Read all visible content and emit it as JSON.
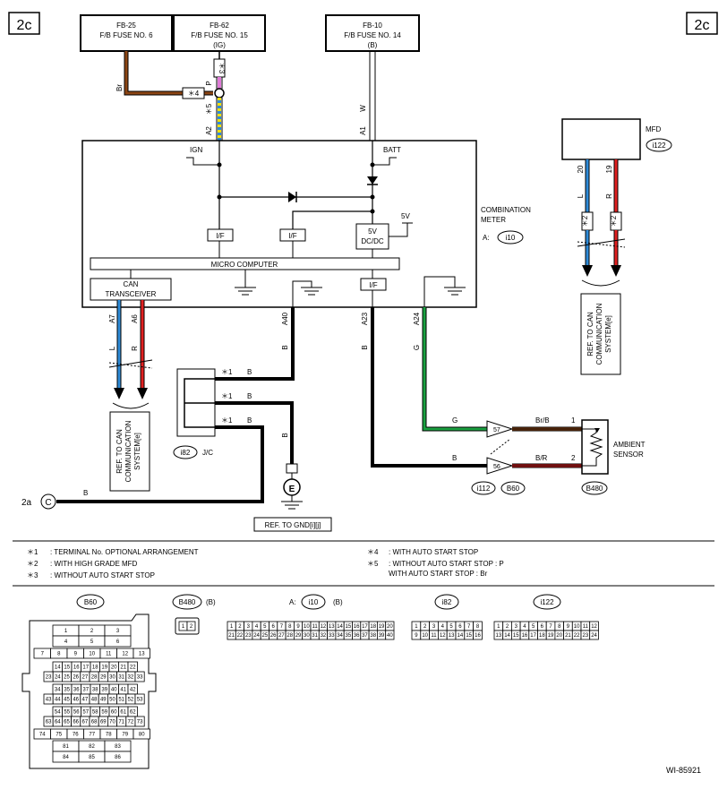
{
  "page_tag": "2c",
  "fuses": {
    "fb25": {
      "id": "FB-25",
      "name": "F/B FUSE NO. 6"
    },
    "fb62": {
      "id": "FB-62",
      "name": "F/B FUSE NO. 15",
      "note": "(IG)"
    },
    "fb10": {
      "id": "FB-10",
      "name": "F/B FUSE NO. 14",
      "note": "(B)"
    }
  },
  "wire_labels": {
    "br": "Br",
    "p": "P",
    "w": "W",
    "l": "L",
    "r": "R",
    "b": "B",
    "g": "G",
    "br_b": "Br/B",
    "b_r": "B/R"
  },
  "pins": {
    "a2": "A2",
    "a1": "A1",
    "a7": "A7",
    "a6": "A6",
    "a40": "A40",
    "a23": "A23",
    "a24": "A24",
    "p20": "20",
    "p19": "19",
    "p57": "57",
    "p56": "56",
    "p1": "1",
    "p2": "2"
  },
  "marks": {
    "s1": "＊1",
    "s2": "＊2",
    "s3": "＊3",
    "s4": "＊4",
    "s5": "＊5"
  },
  "meter": {
    "ign": "IGN",
    "batt": "BATT",
    "if_label": "I/F",
    "v5": "5V",
    "dcdc": "DC/DC",
    "micro": "MICRO COMPUTER",
    "can1": "CAN",
    "can2": "TRANSCEIVER",
    "name1": "COMBINATION",
    "name2": "METER",
    "conn_prefix": "A:",
    "conn": "i10"
  },
  "mfd": {
    "name": "MFD",
    "conn": "i122"
  },
  "ref_can": {
    "l1": "REF. TO CAN",
    "l2": "COMMUNICATION",
    "l3": "SYSTEM[e]"
  },
  "jc": {
    "conn": "i82",
    "name": "J/C"
  },
  "ground": {
    "symbol": "E",
    "ref": "REF. TO GND[i][j]"
  },
  "offpage": {
    "label": "2a",
    "symbol": "C"
  },
  "sensor": {
    "name1": "AMBIENT",
    "name2": "SENSOR",
    "conn": "B480"
  },
  "joints": {
    "c1": "i112",
    "c2": "B60"
  },
  "notes": [
    {
      "mark": "＊1",
      "text": ": TERMINAL No. OPTIONAL ARRANGEMENT"
    },
    {
      "mark": "＊2",
      "text": ": WITH HIGH GRADE MFD"
    },
    {
      "mark": "＊3",
      "text": ": WITHOUT AUTO START STOP"
    },
    {
      "mark": "＊4",
      "text": ": WITH AUTO START STOP"
    },
    {
      "mark": "＊5",
      "text": ": WITHOUT AUTO START STOP   : P"
    },
    {
      "mark": "",
      "text": "WITH AUTO START STOP   : Br"
    }
  ],
  "connectors": {
    "b60": {
      "name": "B60",
      "rows": [
        [
          "1",
          "2",
          "3"
        ],
        [
          "4",
          "5",
          "6"
        ],
        [
          "7",
          "8",
          "9",
          "10",
          "11",
          "12",
          "13"
        ],
        [
          "14",
          "15",
          "16",
          "17",
          "18",
          "19",
          "20",
          "21",
          "22"
        ],
        [
          "23",
          "24",
          "25",
          "26",
          "27",
          "28",
          "29",
          "30",
          "31",
          "32",
          "33"
        ],
        [
          "34",
          "35",
          "36",
          "37",
          "38",
          "39",
          "40",
          "41",
          "42"
        ],
        [
          "43",
          "44",
          "45",
          "46",
          "47",
          "48",
          "49",
          "50",
          "51",
          "52",
          "53"
        ],
        [
          "54",
          "55",
          "56",
          "57",
          "58",
          "59",
          "60",
          "61",
          "62"
        ],
        [
          "63",
          "64",
          "65",
          "66",
          "67",
          "68",
          "69",
          "70",
          "71",
          "72",
          "73"
        ],
        [
          "74",
          "75",
          "76",
          "77",
          "78",
          "79",
          "80"
        ],
        [
          "81",
          "82",
          "83"
        ],
        [
          "84",
          "85",
          "86"
        ]
      ]
    },
    "b480": {
      "name": "B480",
      "suffix": "(B)",
      "pins": [
        "1",
        "2"
      ]
    },
    "i10": {
      "prefix": "A:",
      "name": "i10",
      "suffix": "(B)",
      "rows": [
        [
          "1",
          "2",
          "3",
          "4",
          "5",
          "6",
          "7",
          "8",
          "9",
          "10",
          "11",
          "12",
          "13",
          "14",
          "15",
          "16",
          "17",
          "18",
          "19",
          "20"
        ],
        [
          "21",
          "22",
          "23",
          "24",
          "25",
          "26",
          "27",
          "28",
          "29",
          "30",
          "31",
          "32",
          "33",
          "34",
          "35",
          "36",
          "37",
          "38",
          "39",
          "40"
        ]
      ]
    },
    "i82": {
      "name": "i82",
      "rows": [
        [
          "1",
          "2",
          "3",
          "4",
          "5",
          "6",
          "7",
          "8"
        ],
        [
          "9",
          "10",
          "11",
          "12",
          "13",
          "14",
          "15",
          "16"
        ]
      ]
    },
    "i122": {
      "name": "i122",
      "rows": [
        [
          "1",
          "2",
          "3",
          "4",
          "5",
          "6",
          "7",
          "8",
          "9",
          "10",
          "11",
          "12"
        ],
        [
          "13",
          "14",
          "15",
          "16",
          "17",
          "18",
          "19",
          "20",
          "21",
          "22",
          "23",
          "24"
        ]
      ]
    }
  },
  "figure_id": "WI-85921"
}
